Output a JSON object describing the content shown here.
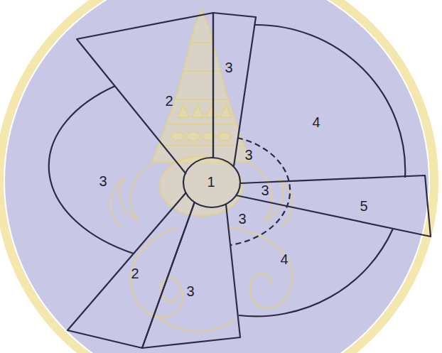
{
  "diagram": {
    "nodes": [
      {
        "text": [
          "2"
        ]
      },
      {
        "text": [
          "3"
        ]
      },
      {
        "text": [
          "4",
          "4"
        ]
      },
      {
        "text": [
          "3"
        ]
      },
      {
        "text": [
          "1"
        ]
      },
      {
        "text": [
          "5"
        ]
      },
      {
        "text": [
          "2"
        ]
      },
      {
        "text": [
          "3"
        ]
      }
    ],
    "labels": [
      "3",
      "3",
      "3"
    ]
  }
}
